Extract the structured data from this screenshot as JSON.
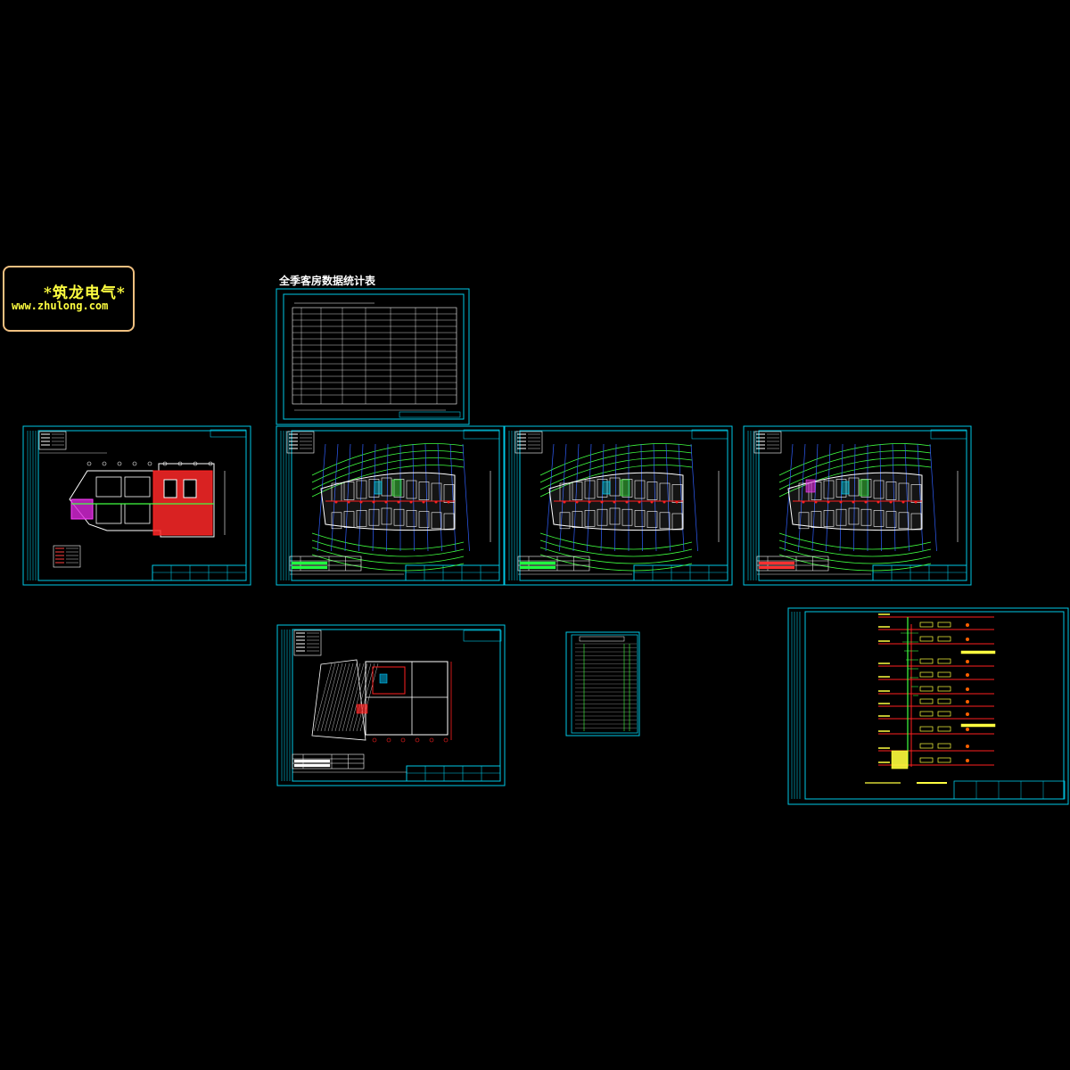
{
  "logo": {
    "title": "*筑龙电气*",
    "url": "www.zhulong.com",
    "frame_color": "#f0c080",
    "text_color": "#ffff40"
  },
  "summary_table": {
    "title": "全季客房数据统计表"
  },
  "colors": {
    "background": "#000000",
    "sheet_frame": "#00c8e6",
    "wall_line": "#ffffff",
    "grid_line": "#40ff40",
    "axis_line": "#3060ff",
    "equipment": "#ff2020",
    "riser": "#ffff30"
  }
}
